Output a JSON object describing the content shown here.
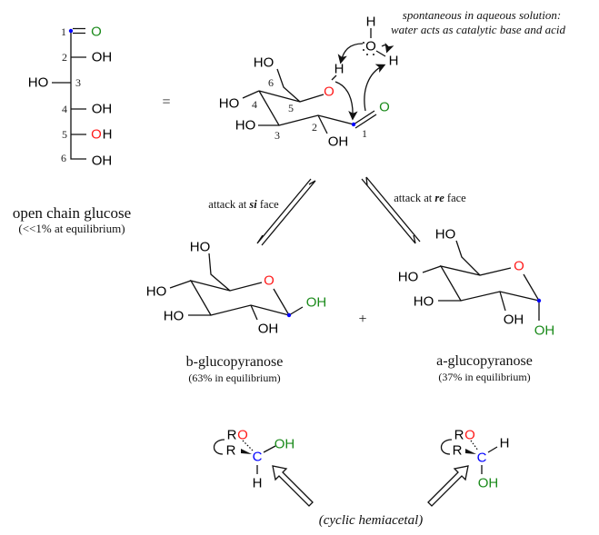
{
  "colors": {
    "carbonyl_o": "#1a8a1a",
    "ring_o": "#ff1a1a",
    "anomeric_c": "#0000ff",
    "text": "#111111"
  },
  "open_chain": {
    "numbers": [
      "1",
      "2",
      "3",
      "4",
      "5",
      "6"
    ],
    "carbonyl": "O",
    "oh": "OH",
    "ho": "HO",
    "oh5_o": "O",
    "oh5_h": "H",
    "title": "open chain glucose",
    "subtitle": "(<<1% at equilibrium)"
  },
  "equals": "=",
  "ring_open": {
    "ho6": "HO",
    "ho4": "HO",
    "ho3": "HO",
    "oh2": "OH",
    "ring_o": "O",
    "o_h": "H",
    "carbonyl": "O",
    "numbers": [
      "6",
      "4",
      "5",
      "3",
      "2",
      "1"
    ],
    "water_h1": "H",
    "water_o": "O",
    "water_h2": "H"
  },
  "note": [
    "spontaneous in aqueous solution:",
    "water acts as catalytic base and acid"
  ],
  "attack_si": {
    "pre": "attack at ",
    "face": "si",
    "post": " face"
  },
  "attack_re": {
    "pre": "attack at ",
    "face": "re",
    "post": " face"
  },
  "beta": {
    "ho6": "HO",
    "ho4": "HO",
    "ho3": "HO",
    "oh2": "OH",
    "ring_o": "O",
    "oh1": "OH",
    "name": "b-glucopyranose",
    "pct": "(63% in equilibrium)"
  },
  "plus": "+",
  "alpha": {
    "ho6": "HO",
    "ho4": "HO",
    "ho3": "HO",
    "oh2": "OH",
    "ring_o": "O",
    "oh1": "OH",
    "name": "a-glucopyranose",
    "pct": "(37% in equilibrium)"
  },
  "hemi_left": {
    "r1": "R",
    "o": "O",
    "r2": "R",
    "c": "C",
    "oh": "OH",
    "h": "H"
  },
  "hemi_right": {
    "r1": "R",
    "o": "O",
    "r2": "R",
    "c": "C",
    "h": "H",
    "oh": "OH"
  },
  "caption": "(cyclic hemiacetal)"
}
